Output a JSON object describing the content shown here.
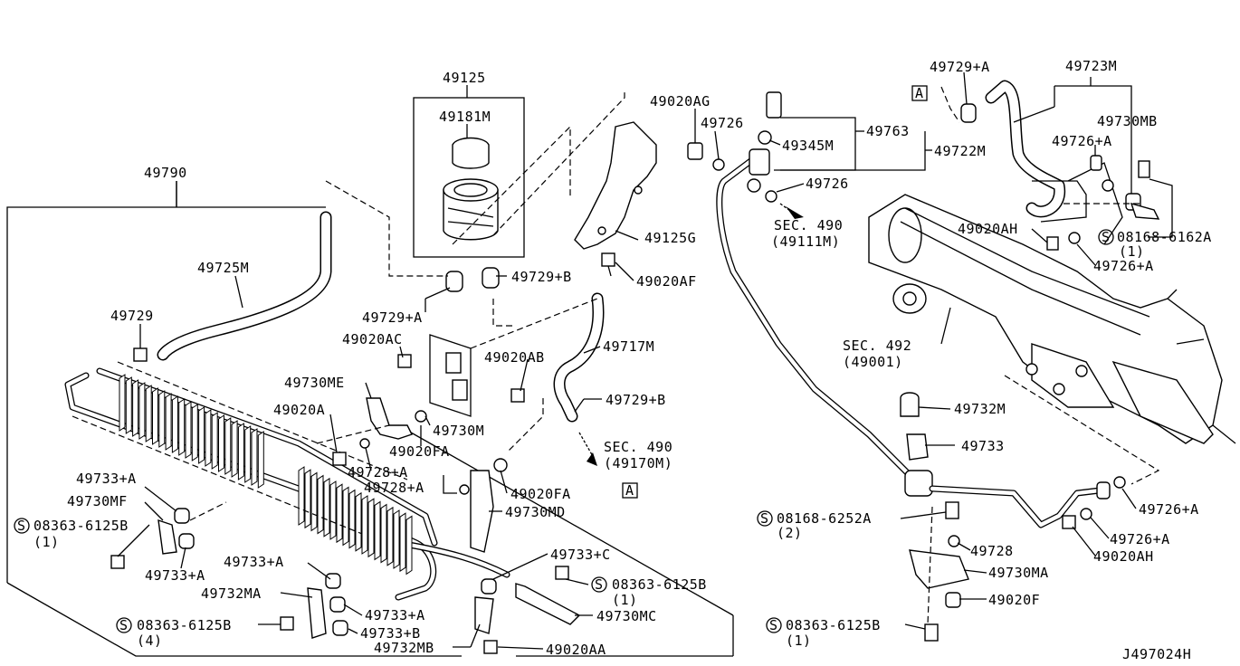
{
  "diagram_id": "J497024H",
  "callouts": [
    "49125",
    "49181M",
    "49125G",
    "49729+B",
    "49020AF",
    "49729+A",
    "49020AC",
    "49020AB",
    "49717M",
    "49729+B",
    "49730ME",
    "49020A",
    "49730M",
    "49020FA",
    "49728+A",
    "49728+A",
    "49020FA",
    "49730MD",
    "49790",
    "49725M",
    "49729",
    "49733+A",
    "49730MF",
    "08363-6125B",
    "(1)",
    "49733+A",
    "49733+A",
    "49732MA",
    "49733+A",
    "08363-6125B",
    "(4)",
    "49733+B",
    "49732MB",
    "49733+C",
    "08363-6125B",
    "(1)",
    "49730MC",
    "49020AA",
    "49020AG",
    "49726",
    "49345M",
    "49763",
    "49722M",
    "49726",
    "SEC. 490",
    "(49111M)",
    "49729+A",
    "49723M",
    "49730MB",
    "49726+A",
    "49020AH",
    "08168-6162A",
    "(1)",
    "49726+A",
    "SEC. 492",
    "(49001)",
    "SEC. 490",
    "(49170M)",
    "49732M",
    "49733",
    "49726+A",
    "08168-6252A",
    "(2)",
    "49726+A",
    "49728",
    "49020AH",
    "49730MA",
    "49020F",
    "08363-6125B",
    "(1)"
  ],
  "ref_markers": [
    "A",
    "A"
  ],
  "s_symbol": "S"
}
